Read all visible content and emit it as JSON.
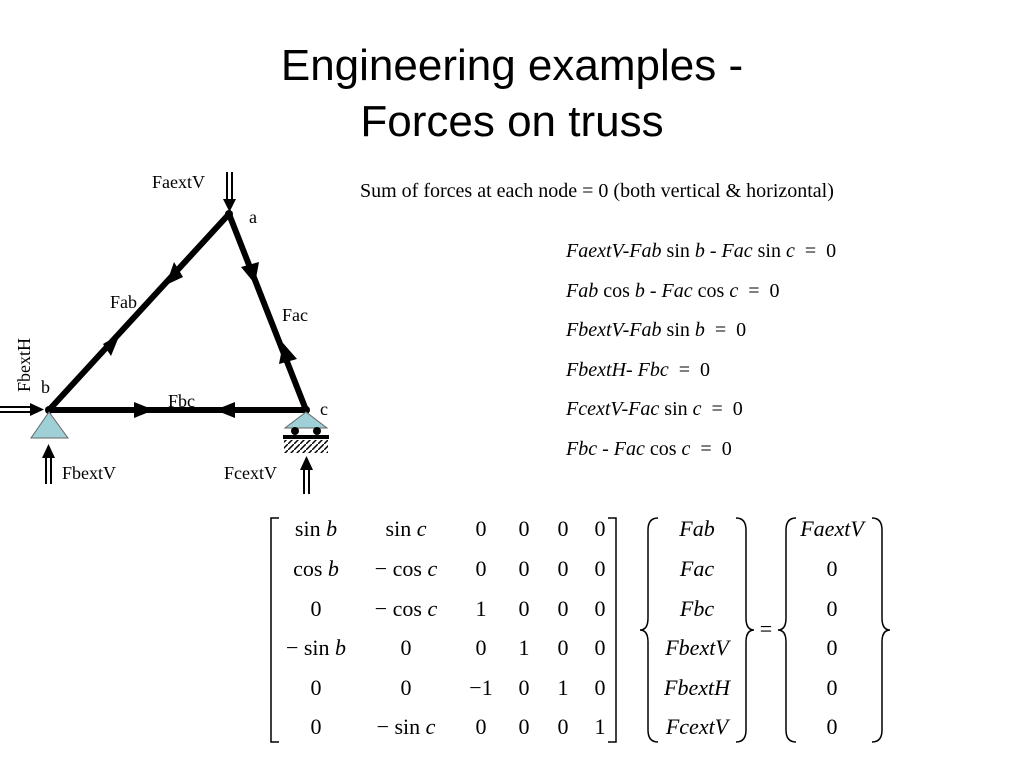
{
  "slide": {
    "title_line1": "Engineering examples -",
    "title_line2": "Forces on truss",
    "sum_statement": "Sum of forces at each node = 0 (both vertical & horizontal)"
  },
  "diagram": {
    "node_a": "a",
    "node_b": "b",
    "node_c": "c",
    "member_ab": "Fab",
    "member_ac": "Fac",
    "member_bc": "Fbc",
    "force_a_vertical": "FaextV",
    "force_b_horizontal": "FbextH",
    "force_b_vertical": "FbextV",
    "force_c_vertical": "FcextV"
  },
  "equations": [
    {
      "t1": "FaextV-Fab",
      "f1": "sin",
      "a1": "b",
      "t2": " - Fac",
      "f2": "sin",
      "a2": "c",
      "rhs": "=  0"
    },
    {
      "t1": "Fab",
      "f1": "cos",
      "a1": "b",
      "t2": " - Fac",
      "f2": "cos",
      "a2": "c",
      "rhs": "=  0"
    },
    {
      "t1": "FbextV-Fab",
      "f1": "sin",
      "a1": "b",
      "t2": "",
      "f2": "",
      "a2": "",
      "rhs": "=  0"
    },
    {
      "t1": "FbextH- Fb",
      "f1": "",
      "a1": "c",
      "t2": "",
      "f2": "",
      "a2": "",
      "rhs": "=  0"
    },
    {
      "t1": "FcextV-Fac",
      "f1": "sin",
      "a1": "c",
      "t2": "",
      "f2": "",
      "a2": "",
      "rhs": "=  0"
    },
    {
      "t1": "Fbc - Fac",
      "f1": "cos",
      "a1": "c",
      "t2": "",
      "f2": "",
      "a2": "",
      "rhs": "=  0"
    }
  ],
  "matrix": {
    "rows": [
      [
        {
          "fn": "sin",
          "v": "b"
        },
        {
          "fn": "sin",
          "v": "c"
        },
        {
          "t": "0"
        },
        {
          "t": "0"
        },
        {
          "t": "0"
        },
        {
          "t": "0"
        }
      ],
      [
        {
          "fn": "cos",
          "v": "b"
        },
        {
          "fn": "− cos",
          "v": "c"
        },
        {
          "t": "0"
        },
        {
          "t": "0"
        },
        {
          "t": "0"
        },
        {
          "t": "0"
        }
      ],
      [
        {
          "t": "0"
        },
        {
          "fn": "− cos",
          "v": "c"
        },
        {
          "t": "1"
        },
        {
          "t": "0"
        },
        {
          "t": "0"
        },
        {
          "t": "0"
        }
      ],
      [
        {
          "fn": "− sin",
          "v": "b"
        },
        {
          "t": "0"
        },
        {
          "t": "0"
        },
        {
          "t": "1"
        },
        {
          "t": "0"
        },
        {
          "t": "0"
        }
      ],
      [
        {
          "t": "0"
        },
        {
          "t": "0"
        },
        {
          "t": "−1"
        },
        {
          "t": "0"
        },
        {
          "t": "1"
        },
        {
          "t": "0"
        }
      ],
      [
        {
          "t": "0"
        },
        {
          "fn": "− sin",
          "v": "c"
        },
        {
          "t": "0"
        },
        {
          "t": "0"
        },
        {
          "t": "0"
        },
        {
          "t": "1"
        }
      ]
    ],
    "unknowns": [
      "Fab",
      "Fac",
      "Fbc",
      "FbextV",
      "FbextH",
      "FcextV"
    ],
    "rhs": [
      "FaextV",
      "0",
      "0",
      "0",
      "0",
      "0"
    ],
    "equals": "="
  }
}
